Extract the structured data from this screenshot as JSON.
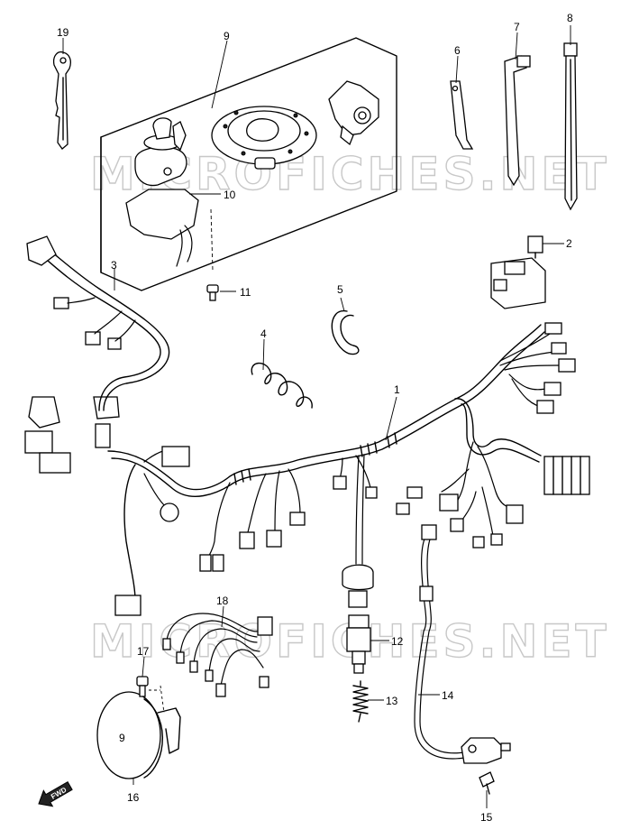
{
  "watermark": "MICROFICHES.NET",
  "fwd_label": "FWD",
  "parts": [
    {
      "number": "1"
    },
    {
      "number": "2"
    },
    {
      "number": "3"
    },
    {
      "number": "4"
    },
    {
      "number": "5"
    },
    {
      "number": "6"
    },
    {
      "number": "7"
    },
    {
      "number": "8"
    },
    {
      "number": "9"
    },
    {
      "number": "10"
    },
    {
      "number": "11"
    },
    {
      "number": "12"
    },
    {
      "number": "13"
    },
    {
      "number": "14"
    },
    {
      "number": "15"
    },
    {
      "number": "16"
    },
    {
      "number": "17"
    },
    {
      "number": "18"
    },
    {
      "number": "19"
    }
  ],
  "horn_label": "9"
}
